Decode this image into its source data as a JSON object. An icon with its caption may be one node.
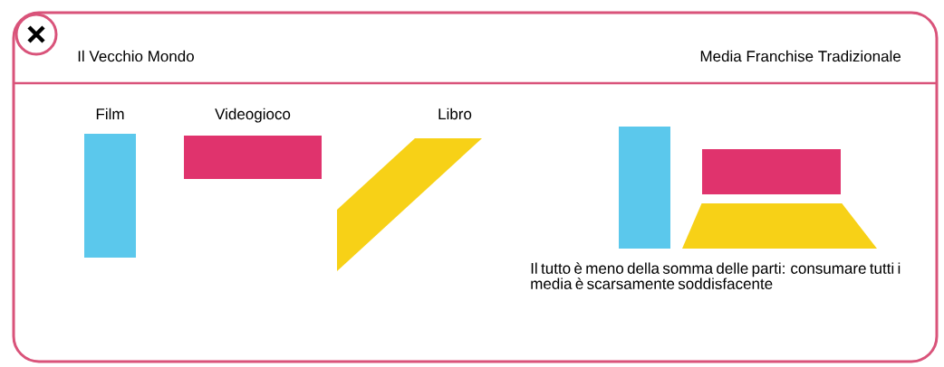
{
  "diagram": {
    "nodes": [
      {
        "text": [
          "Film"
        ]
      },
      {
        "text": [
          "Videogioco"
        ]
      },
      {
        "text": [
          "Libro"
        ]
      },
      {
        "text": [],
        "shape": "box"
      },
      {
        "text": [],
        "shape": "box"
      },
      {
        "text": [],
        "shape": "trapezoid"
      }
    ],
    "labels": [
      "Il Vecchio Mondo",
      "Media Franchise Tradizionale",
      "Il tutto è meno della somma delle parti: consumare tutti i media è scarsamente soddisfacente"
    ]
  }
}
